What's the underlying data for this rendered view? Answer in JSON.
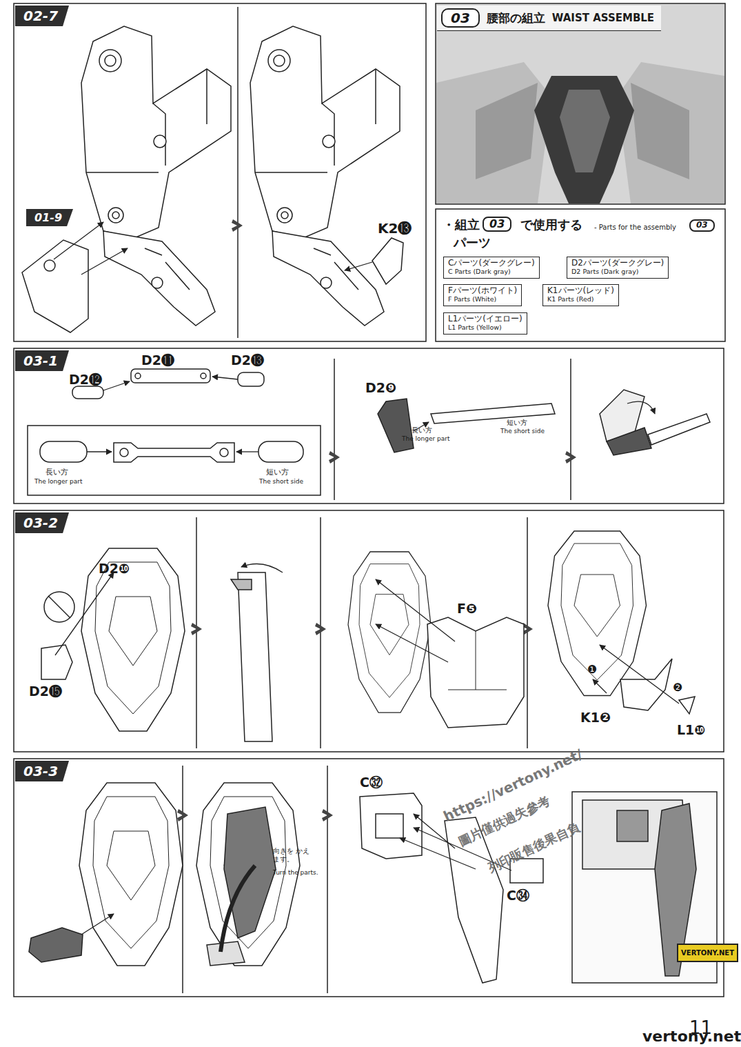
{
  "diagram": {
    "nodes": [
      {
        "text": [
          "02-7"
        ]
      },
      {
        "text": [
          "01-9"
        ]
      },
      {
        "text": [
          "03",
          "腰部の組立",
          "WAIST ASSEMBLE"
        ]
      },
      {
        "text": [
          "Cパーツ(ダークグレー)",
          "C Parts (Dark gray)"
        ]
      },
      {
        "text": [
          "D2パーツ(ダークグレー)",
          "D2 Parts (Dark gray)"
        ]
      },
      {
        "text": [
          "Fパーツ(ホワイト)",
          "F Parts (White)"
        ]
      },
      {
        "text": [
          "K1パーツ(レッド)",
          "K1 Parts (Red)"
        ]
      },
      {
        "text": [
          "L1パーツ(イエロー)",
          "L1 Parts (Yellow)"
        ]
      },
      {
        "text": [
          "03-1"
        ]
      },
      {
        "text": [
          "03-2"
        ]
      },
      {
        "text": [
          "03-3"
        ]
      },
      {
        "text": [
          "VERTONY.NET"
        ]
      }
    ],
    "labels": [
      "K2⓭",
      "・組立",
      "03",
      "で使用する",
      "- Parts for the assembly",
      "03",
      "パーツ",
      "D2⓬",
      "D2⓫",
      "D2⓭",
      "長い方",
      "The longer part",
      "短い方",
      "The short side",
      "D2❾",
      "長い方",
      "The longer part",
      "短い方",
      "The short side",
      "D2❿",
      "D2⓯",
      "F❺",
      "❶",
      "❷",
      "K1❷",
      "L1❿",
      "C㉜",
      "向きを かえます。",
      "Turn the parts.",
      "C㉞",
      "https://vertony.net/",
      "圖片僅供過失參考",
      "列印販售後果自負",
      "11",
      "vertony.net"
    ]
  }
}
